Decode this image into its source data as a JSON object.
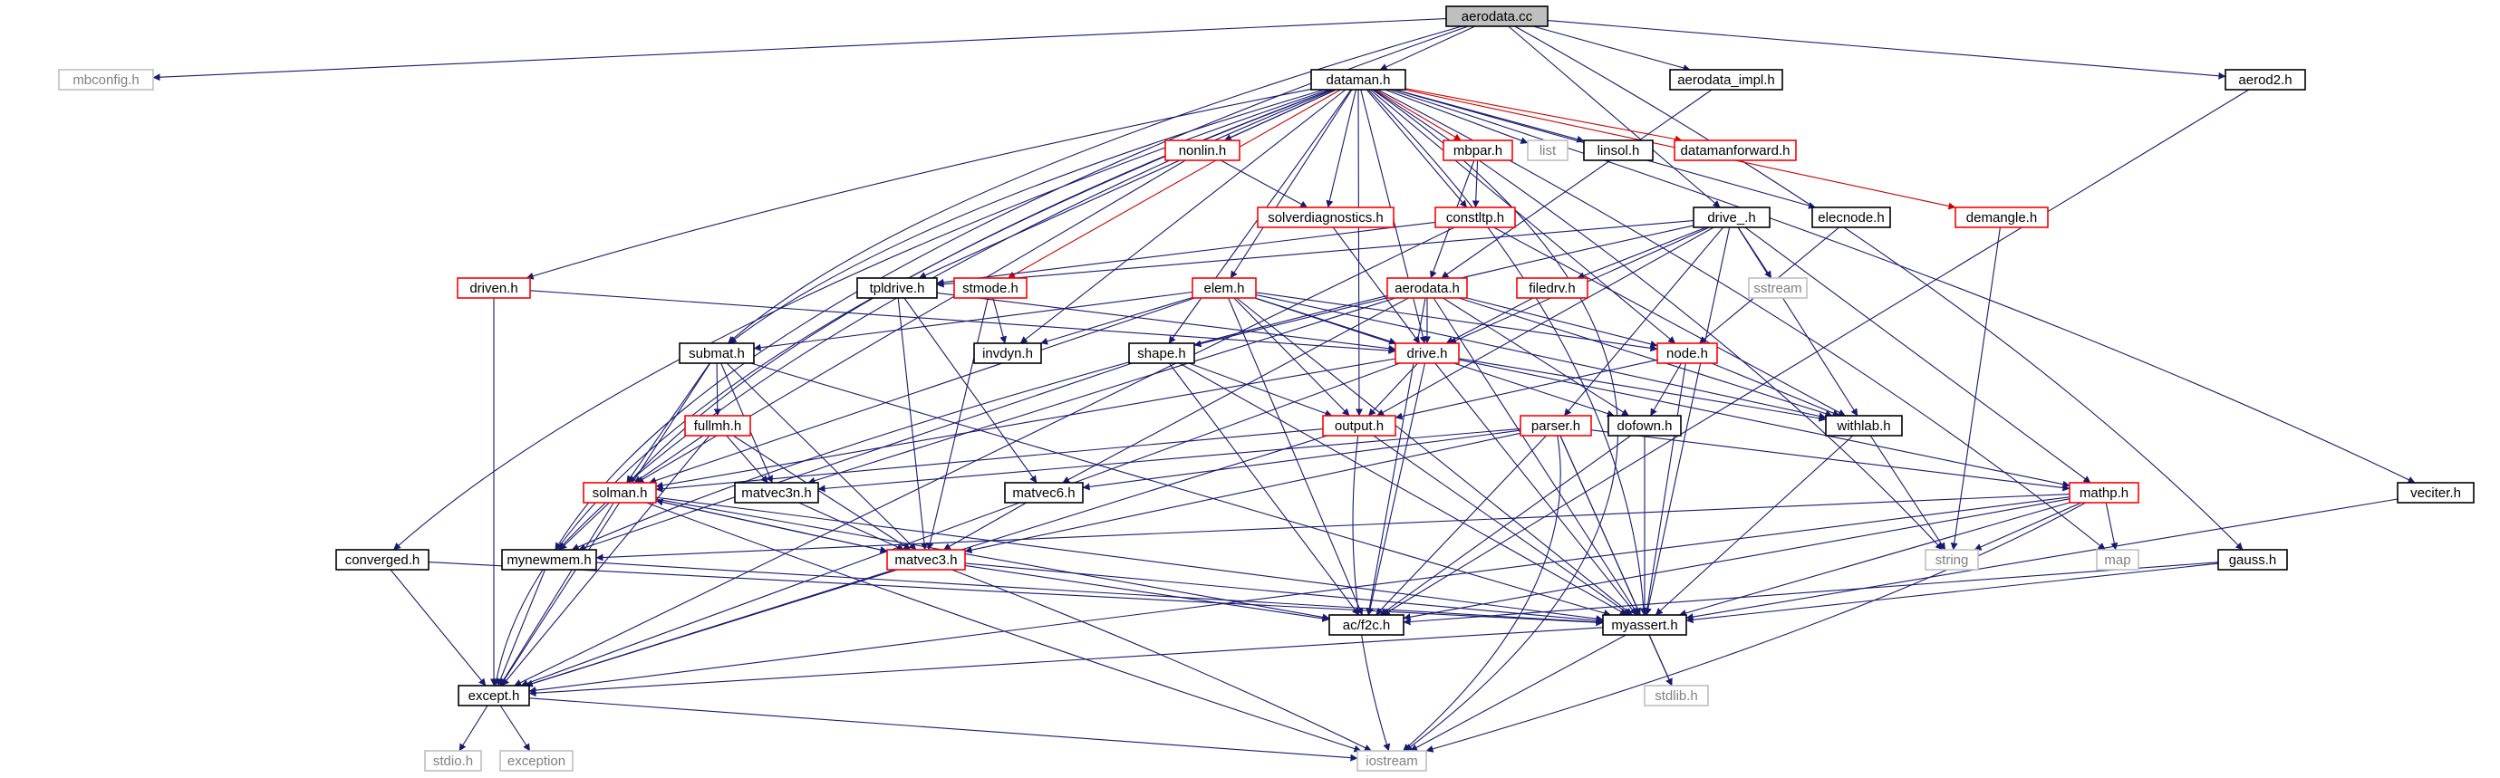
{
  "colors": {
    "edge_normal": "#191970",
    "edge_red": "#cc0000",
    "border_black": "#000000",
    "border_red": "#ff0000",
    "border_gray": "#bfbfbf",
    "fill_root": "#bfbfbf",
    "text_normal": "#000000",
    "text_gray": "#808080"
  },
  "nodes": [
    {
      "id": "aerodata_cc",
      "label": "aerodata.cc",
      "kind": "root"
    },
    {
      "id": "mbconfig_h",
      "label": "mbconfig.h",
      "kind": "gray"
    },
    {
      "id": "dataman_h",
      "label": "dataman.h",
      "kind": "black"
    },
    {
      "id": "aerodata_impl_h",
      "label": "aerodata_impl.h",
      "kind": "black"
    },
    {
      "id": "aerod2_h",
      "label": "aerod2.h",
      "kind": "black"
    },
    {
      "id": "nonlin_h",
      "label": "nonlin.h",
      "kind": "red"
    },
    {
      "id": "mbpar_h",
      "label": "mbpar.h",
      "kind": "red"
    },
    {
      "id": "list",
      "label": "list",
      "kind": "gray"
    },
    {
      "id": "linsol_h",
      "label": "linsol.h",
      "kind": "black"
    },
    {
      "id": "datamanforward_h",
      "label": "datamanforward.h",
      "kind": "red"
    },
    {
      "id": "solverdiagnostics_h",
      "label": "solverdiagnostics.h",
      "kind": "red"
    },
    {
      "id": "constltp_h",
      "label": "constltp.h",
      "kind": "red"
    },
    {
      "id": "drive_h_",
      "label": "drive_.h",
      "kind": "black"
    },
    {
      "id": "elecnode_h",
      "label": "elecnode.h",
      "kind": "black"
    },
    {
      "id": "demangle_h",
      "label": "demangle.h",
      "kind": "red"
    },
    {
      "id": "driven_h",
      "label": "driven.h",
      "kind": "red"
    },
    {
      "id": "tpldrive_h",
      "label": "tpldrive.h",
      "kind": "black"
    },
    {
      "id": "stmode_h",
      "label": "stmode.h",
      "kind": "red"
    },
    {
      "id": "elem_h",
      "label": "elem.h",
      "kind": "red"
    },
    {
      "id": "aerodata_h",
      "label": "aerodata.h",
      "kind": "red"
    },
    {
      "id": "filedrv_h",
      "label": "filedrv.h",
      "kind": "red"
    },
    {
      "id": "sstream",
      "label": "sstream",
      "kind": "gray"
    },
    {
      "id": "submat_h",
      "label": "submat.h",
      "kind": "black"
    },
    {
      "id": "invdyn_h",
      "label": "invdyn.h",
      "kind": "black"
    },
    {
      "id": "shape_h",
      "label": "shape.h",
      "kind": "black"
    },
    {
      "id": "drive_h",
      "label": "drive.h",
      "kind": "red"
    },
    {
      "id": "node_h",
      "label": "node.h",
      "kind": "red"
    },
    {
      "id": "fullmh_h",
      "label": "fullmh.h",
      "kind": "red"
    },
    {
      "id": "output_h",
      "label": "output.h",
      "kind": "red"
    },
    {
      "id": "dofown_h",
      "label": "dofown.h",
      "kind": "black"
    },
    {
      "id": "withlab_h",
      "label": "withlab.h",
      "kind": "black"
    },
    {
      "id": "parser_h",
      "label": "parser.h",
      "kind": "red"
    },
    {
      "id": "solman_h",
      "label": "solman.h",
      "kind": "red"
    },
    {
      "id": "matvec3n_h",
      "label": "matvec3n.h",
      "kind": "black"
    },
    {
      "id": "matvec6_h",
      "label": "matvec6.h",
      "kind": "black"
    },
    {
      "id": "mathp_h",
      "label": "mathp.h",
      "kind": "red"
    },
    {
      "id": "veciter_h",
      "label": "veciter.h",
      "kind": "black"
    },
    {
      "id": "converged_h",
      "label": "converged.h",
      "kind": "black"
    },
    {
      "id": "mynewmem_h",
      "label": "mynewmem.h",
      "kind": "black"
    },
    {
      "id": "matvec3_h",
      "label": "matvec3.h",
      "kind": "red"
    },
    {
      "id": "string",
      "label": "string",
      "kind": "gray"
    },
    {
      "id": "map",
      "label": "map",
      "kind": "gray"
    },
    {
      "id": "gauss_h",
      "label": "gauss.h",
      "kind": "black"
    },
    {
      "id": "ac_f2c_h",
      "label": "ac/f2c.h",
      "kind": "black"
    },
    {
      "id": "myassert_h",
      "label": "myassert.h",
      "kind": "black"
    },
    {
      "id": "except_h",
      "label": "except.h",
      "kind": "black"
    },
    {
      "id": "stdlib_h",
      "label": "stdlib.h",
      "kind": "gray"
    },
    {
      "id": "stdio_h",
      "label": "stdio.h",
      "kind": "gray"
    },
    {
      "id": "exception",
      "label": "exception",
      "kind": "gray"
    },
    {
      "id": "iostream",
      "label": "iostream",
      "kind": "gray"
    }
  ],
  "edges": [
    [
      "aerodata_cc",
      "mbconfig_h"
    ],
    [
      "aerodata_cc",
      "dataman_h"
    ],
    [
      "aerodata_cc",
      "aerodata_impl_h"
    ],
    [
      "aerodata_cc",
      "aerod2_h"
    ],
    [
      "aerodata_cc",
      "drive_h_"
    ],
    [
      "aerodata_cc",
      "submat_h"
    ],
    [
      "aerodata_cc",
      "mynewmem_h"
    ],
    [
      "aerodata_cc",
      "gauss_h"
    ],
    [
      "dataman_h",
      "nonlin_h"
    ],
    [
      "dataman_h",
      "mbpar_h"
    ],
    [
      "dataman_h",
      "list"
    ],
    [
      "dataman_h",
      "linsol_h"
    ],
    [
      "dataman_h",
      "datamanforward_h"
    ],
    [
      "dataman_h",
      "solverdiagnostics_h"
    ],
    [
      "dataman_h",
      "constltp_h"
    ],
    [
      "dataman_h",
      "elecnode_h"
    ],
    [
      "dataman_h",
      "demangle_h"
    ],
    [
      "dataman_h",
      "driven_h"
    ],
    [
      "dataman_h",
      "tpldrive_h"
    ],
    [
      "dataman_h",
      "stmode_h"
    ],
    [
      "dataman_h",
      "elem_h"
    ],
    [
      "dataman_h",
      "invdyn_h"
    ],
    [
      "dataman_h",
      "shape_h"
    ],
    [
      "dataman_h",
      "drive_h"
    ],
    [
      "dataman_h",
      "node_h"
    ],
    [
      "dataman_h",
      "output_h"
    ],
    [
      "dataman_h",
      "submat_h"
    ],
    [
      "dataman_h",
      "solman_h"
    ],
    [
      "dataman_h",
      "converged_h"
    ],
    [
      "dataman_h",
      "mynewmem_h"
    ],
    [
      "dataman_h",
      "except_h"
    ],
    [
      "dataman_h",
      "string"
    ],
    [
      "dataman_h",
      "map"
    ],
    [
      "dataman_h",
      "veciter_h"
    ],
    [
      "dataman_h",
      "myassert_h"
    ],
    [
      "dataman_h",
      "iostream"
    ],
    [
      "aerodata_impl_h",
      "aerodata_h"
    ],
    [
      "aerod2_h",
      "ac_f2c_h"
    ],
    [
      "nonlin_h",
      "solverdiagnostics_h"
    ],
    [
      "nonlin_h",
      "solman_h"
    ],
    [
      "mbpar_h",
      "constltp_h"
    ],
    [
      "mbpar_h",
      "aerodata_h"
    ],
    [
      "solverdiagnostics_h",
      "drive_h"
    ],
    [
      "constltp_h",
      "tpldrive_h"
    ],
    [
      "constltp_h",
      "withlab_h"
    ],
    [
      "constltp_h",
      "except_h"
    ],
    [
      "drive_h_",
      "tpldrive_h"
    ],
    [
      "drive_h_",
      "filedrv_h"
    ],
    [
      "drive_h_",
      "sstream"
    ],
    [
      "drive_h_",
      "drive_h"
    ],
    [
      "drive_h_",
      "withlab_h"
    ],
    [
      "drive_h_",
      "mathp_h"
    ],
    [
      "drive_h_",
      "parser_h"
    ],
    [
      "drive_h_",
      "output_h"
    ],
    [
      "drive_h_",
      "myassert_h"
    ],
    [
      "drive_h_",
      "mynewmem_h"
    ],
    [
      "elecnode_h",
      "node_h"
    ],
    [
      "demangle_h",
      "string"
    ],
    [
      "driven_h",
      "drive_h"
    ],
    [
      "driven_h",
      "except_h"
    ],
    [
      "tpldrive_h",
      "drive_h"
    ],
    [
      "tpldrive_h",
      "matvec3_h"
    ],
    [
      "tpldrive_h",
      "matvec6_h"
    ],
    [
      "stmode_h",
      "invdyn_h"
    ],
    [
      "stmode_h",
      "matvec3_h"
    ],
    [
      "elem_h",
      "submat_h"
    ],
    [
      "elem_h",
      "invdyn_h"
    ],
    [
      "elem_h",
      "drive_h"
    ],
    [
      "elem_h",
      "node_h"
    ],
    [
      "elem_h",
      "output_h"
    ],
    [
      "elem_h",
      "withlab_h"
    ],
    [
      "elem_h",
      "solman_h"
    ],
    [
      "elem_h",
      "dofown_h"
    ],
    [
      "elem_h",
      "myassert_h"
    ],
    [
      "elem_h",
      "ac_f2c_h"
    ],
    [
      "aerodata_h",
      "shape_h"
    ],
    [
      "aerodata_h",
      "drive_h"
    ],
    [
      "aerodata_h",
      "node_h"
    ],
    [
      "aerodata_h",
      "matvec3n_h"
    ],
    [
      "aerodata_h",
      "matvec6_h"
    ],
    [
      "aerodata_h",
      "withlab_h"
    ],
    [
      "aerodata_h",
      "dofown_h"
    ],
    [
      "aerodata_h",
      "myassert_h"
    ],
    [
      "aerodata_h",
      "ac_f2c_h"
    ],
    [
      "filedrv_h",
      "drive_h"
    ],
    [
      "submat_h",
      "fullmh_h"
    ],
    [
      "submat_h",
      "solman_h"
    ],
    [
      "submat_h",
      "matvec3n_h"
    ],
    [
      "submat_h",
      "matvec3_h"
    ],
    [
      "submat_h",
      "myassert_h"
    ],
    [
      "submat_h",
      "except_h"
    ],
    [
      "shape_h",
      "output_h"
    ],
    [
      "shape_h",
      "mynewmem_h"
    ],
    [
      "shape_h",
      "myassert_h"
    ],
    [
      "shape_h",
      "ac_f2c_h"
    ],
    [
      "drive_h",
      "output_h"
    ],
    [
      "drive_h",
      "withlab_h"
    ],
    [
      "drive_h",
      "mathp_h"
    ],
    [
      "drive_h",
      "solman_h"
    ],
    [
      "drive_h",
      "except_h"
    ],
    [
      "drive_h",
      "myassert_h"
    ],
    [
      "drive_h",
      "ac_f2c_h"
    ],
    [
      "node_h",
      "output_h"
    ],
    [
      "node_h",
      "dofown_h"
    ],
    [
      "node_h",
      "withlab_h"
    ],
    [
      "node_h",
      "myassert_h"
    ],
    [
      "fullmh_h",
      "solman_h"
    ],
    [
      "fullmh_h",
      "matvec3n_h"
    ],
    [
      "fullmh_h",
      "matvec3_h"
    ],
    [
      "fullmh_h",
      "except_h"
    ],
    [
      "output_h",
      "solman_h"
    ],
    [
      "output_h",
      "myassert_h"
    ],
    [
      "output_h",
      "except_h"
    ],
    [
      "output_h",
      "iostream"
    ],
    [
      "dofown_h",
      "myassert_h"
    ],
    [
      "dofown_h",
      "ac_f2c_h"
    ],
    [
      "withlab_h",
      "string"
    ],
    [
      "withlab_h",
      "myassert_h"
    ],
    [
      "parser_h",
      "matvec3_h"
    ],
    [
      "parser_h",
      "matvec6_h"
    ],
    [
      "parser_h",
      "mathp_h"
    ],
    [
      "parser_h",
      "myassert_h"
    ],
    [
      "parser_h",
      "ac_f2c_h"
    ],
    [
      "parser_h",
      "matvec3n_h"
    ],
    [
      "parser_h",
      "stdlib_h"
    ],
    [
      "parser_h",
      "iostream"
    ],
    [
      "solman_h",
      "matvec3_h"
    ],
    [
      "solman_h",
      "mynewmem_h"
    ],
    [
      "solman_h",
      "myassert_h"
    ],
    [
      "solman_h",
      "except_h"
    ],
    [
      "solman_h",
      "ac_f2c_h"
    ],
    [
      "solman_h",
      "iostream"
    ],
    [
      "matvec3n_h",
      "matvec3_h"
    ],
    [
      "matvec6_h",
      "matvec3_h"
    ],
    [
      "mathp_h",
      "string"
    ],
    [
      "mathp_h",
      "map"
    ],
    [
      "mathp_h",
      "mynewmem_h"
    ],
    [
      "mathp_h",
      "myassert_h"
    ],
    [
      "mathp_h",
      "except_h"
    ],
    [
      "mathp_h",
      "ac_f2c_h"
    ],
    [
      "mathp_h",
      "iostream"
    ],
    [
      "veciter_h",
      "myassert_h"
    ],
    [
      "converged_h",
      "myassert_h"
    ],
    [
      "converged_h",
      "except_h"
    ],
    [
      "mynewmem_h",
      "myassert_h"
    ],
    [
      "mynewmem_h",
      "except_h"
    ],
    [
      "matvec3_h",
      "solman_h"
    ],
    [
      "matvec3_h",
      "myassert_h"
    ],
    [
      "matvec3_h",
      "except_h"
    ],
    [
      "matvec3_h",
      "ac_f2c_h"
    ],
    [
      "matvec3_h",
      "iostream"
    ],
    [
      "gauss_h",
      "myassert_h"
    ],
    [
      "gauss_h",
      "ac_f2c_h"
    ],
    [
      "myassert_h",
      "except_h"
    ],
    [
      "myassert_h",
      "stdlib_h"
    ],
    [
      "myassert_h",
      "iostream"
    ],
    [
      "except_h",
      "stdio_h"
    ],
    [
      "except_h",
      "exception"
    ],
    [
      "except_h",
      "iostream"
    ]
  ],
  "red_edges": [
    [
      "dataman_h",
      "datamanforward_h"
    ],
    [
      "dataman_h",
      "demangle_h"
    ],
    [
      "dataman_h",
      "stmode_h"
    ],
    [
      "dataman_h",
      "mbpar_h"
    ]
  ]
}
